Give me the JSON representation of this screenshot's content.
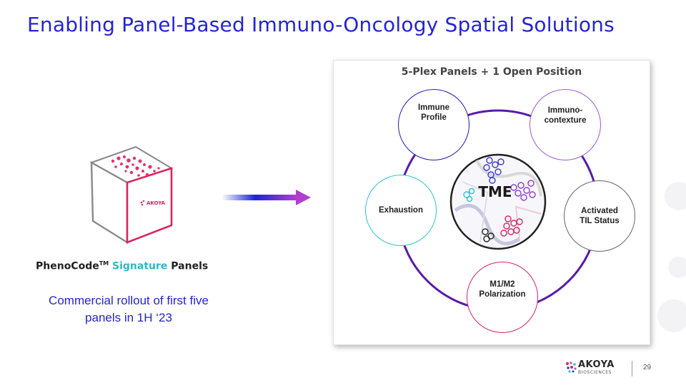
{
  "slide": {
    "title": "Enabling Panel-Based Immuno-Oncology Spatial Solutions",
    "page_number": "29"
  },
  "left": {
    "heading_brand": "PhenoCode",
    "heading_tm": "TM",
    "heading_signature": "Signature",
    "heading_rest": "Panels",
    "description": "Commercial rollout of first five panels in 1H ‘23",
    "cube_logo_text": "AKOYA"
  },
  "diagram": {
    "title": "5-Plex Panels + 1 Open Position",
    "center_label": "TME",
    "nodes": {
      "immune_profile": [
        "Immune",
        "Profile"
      ],
      "immunocontexture": [
        "Immuno-",
        "contexture"
      ],
      "exhaustion": [
        "Exhaustion"
      ],
      "activated_til": [
        "Activated",
        "TIL Status"
      ],
      "m1m2": [
        "M1/M2",
        "Polarization"
      ]
    }
  },
  "footer": {
    "logo_word": "AKOYA",
    "logo_sub": "BIOSCIENCES"
  },
  "colors": {
    "title": "#2424d6",
    "signature_accent": "#2fb7c7",
    "ring": "#5b1aa8",
    "immune_profile": "#1c1cb8",
    "immunocontexture": "#9b59d8",
    "exhaustion": "#2ec4d6",
    "activated_til": "#666666",
    "m1m2": "#d9265f"
  },
  "icons": [
    "cube-icon",
    "gradient-arrow-icon",
    "tme-cell-cluster-icon",
    "akoya-logo-icon"
  ]
}
